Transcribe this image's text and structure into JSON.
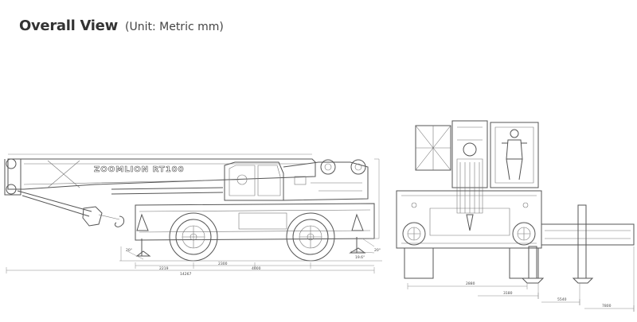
{
  "header": {
    "title": "Overall View",
    "unit": "(Unit: Metric mm)"
  },
  "brand_text": "ZOOMLION RT100",
  "dimensions": {
    "side": {
      "overall_length": "14267",
      "wheelbase_left": "2219",
      "wheelbase_mid": "2300",
      "wheelbase_right": "4000",
      "approach_angle": "20°",
      "departure_angle": "19.6°",
      "side_angle": "20°"
    },
    "front": {
      "width_a": "2880",
      "width_b": "3180",
      "width_c": "5540",
      "width_d": "7800"
    }
  }
}
